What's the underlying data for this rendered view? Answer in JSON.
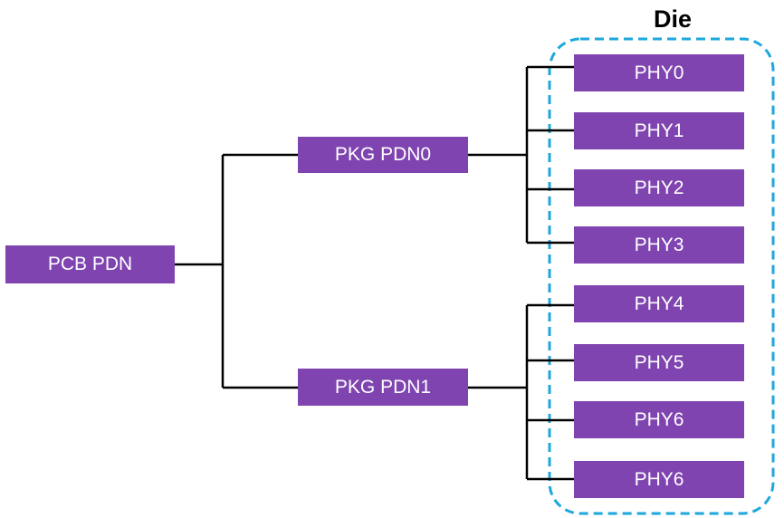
{
  "diagram": {
    "die_label": "Die",
    "pcb": "PCB PDN",
    "pkg": [
      "PKG PDN0",
      "PKG PDN1"
    ],
    "phys": [
      "PHY0",
      "PHY1",
      "PHY2",
      "PHY3",
      "PHY4",
      "PHY5",
      "PHY6",
      "PHY6"
    ]
  },
  "colors": {
    "node_fill": "#7f44b0",
    "die_border": "#1ea7dc",
    "connector": "#000000"
  }
}
